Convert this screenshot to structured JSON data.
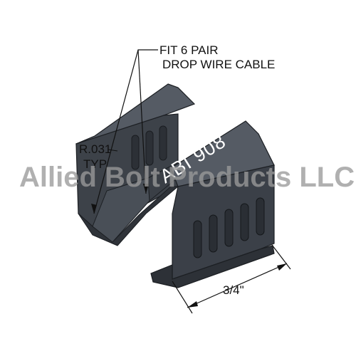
{
  "callout": {
    "line1": "FIT 6 PAIR",
    "line2": "DROP WIRE CABLE"
  },
  "radius_note": {
    "line1": "R.031",
    "line2": "TYP."
  },
  "part_marking": "ABI 908",
  "dimension": "3/4\"",
  "watermark": "Allied Bolt Products LLC",
  "colors": {
    "part_face": "#3b4048",
    "part_light": "#4e545d",
    "part_dark": "#23272d",
    "slot": "#2a2e34",
    "watermark": "#9a9a9a"
  }
}
